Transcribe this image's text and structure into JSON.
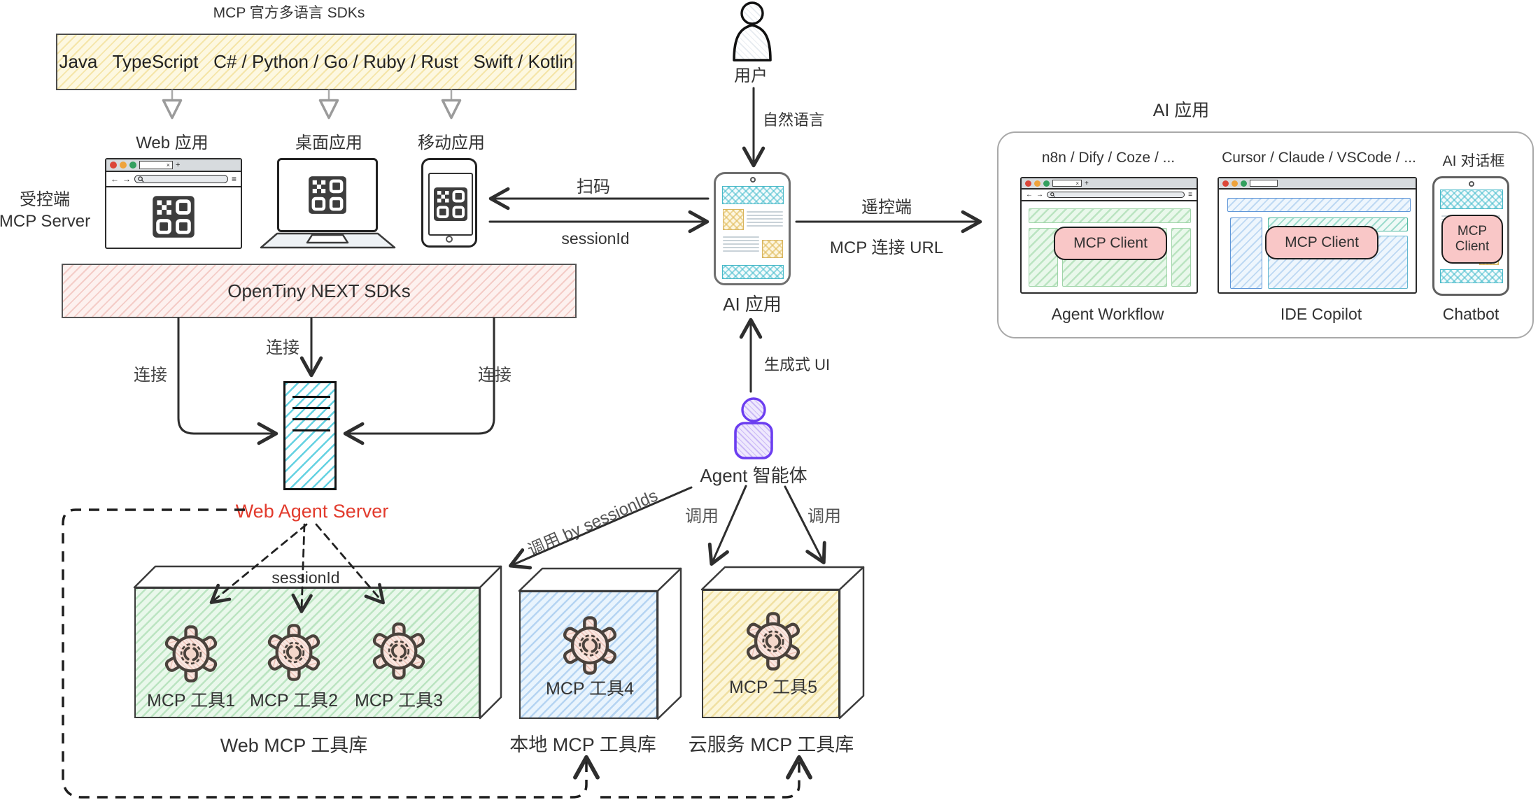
{
  "sdks": {
    "title": "MCP 官方多语言 SDKs",
    "languages": "Java   TypeScript   C# / Python / Go / Ruby / Rust   Swift / Kotlin",
    "app1": "Web 应用",
    "app2": "桌面应用",
    "app3": "移动应用",
    "side1": "受控端",
    "side2": "MCP Server",
    "bar": "OpenTiny NEXT SDKs"
  },
  "user": {
    "label": "用户",
    "nl": "自然语言"
  },
  "mid": {
    "scan": "扫码",
    "session": "sessionId",
    "remote": "遥控端",
    "url": "MCP 连接 URL",
    "ai_phone": "AI 应用",
    "genui": "生成式 UI",
    "agent": "Agent 智能体"
  },
  "right": {
    "title": "AI 应用",
    "w1": {
      "header": "n8n / Dify / Coze / ...",
      "client": "MCP Client",
      "caption": "Agent Workflow"
    },
    "w2": {
      "header": "Cursor / Claude / VSCode / ...",
      "client": "MCP Client",
      "caption": "IDE Copilot"
    },
    "w3": {
      "header": "AI 对话框",
      "client": "MCP Client",
      "caption": "Chatbot"
    }
  },
  "server": {
    "label": "Web Agent Server",
    "session": "sessionId"
  },
  "conn": {
    "c1": "连接",
    "c2": "连接",
    "c3": "连接"
  },
  "calls": {
    "by": "调用 by sessionIds",
    "c1": "调用",
    "c2": "调用"
  },
  "tools": {
    "t1": "MCP 工具1",
    "t2": "MCP 工具2",
    "t3": "MCP 工具3",
    "t4": "MCP 工具4",
    "t5": "MCP 工具5"
  },
  "boxes": {
    "web": "Web MCP 工具库",
    "local": "本地 MCP 工具库",
    "cloud": "云服务 MCP 工具库"
  },
  "icons": {
    "close": "×",
    "plus": "+",
    "back": "←",
    "fwd": "→",
    "menu": "≡"
  },
  "colors": {
    "accent_red": "#e23b2d",
    "pill_pink": "#f9c7c7",
    "teal": "#46becd",
    "purple": "#7a4df2"
  }
}
